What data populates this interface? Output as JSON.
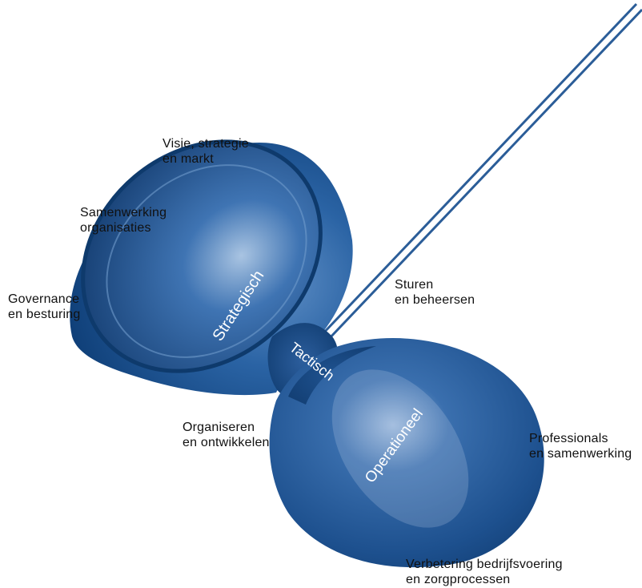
{
  "colors": {
    "diabolo_dark": "#0f3f78",
    "diabolo_mid": "#2a63a4",
    "diabolo_light": "#7fa7d2",
    "string": "#2b5d98",
    "label_text": "#111111",
    "cup_text": "#ffffff"
  },
  "labels": {
    "visie": {
      "line1": "Visie, strategie",
      "line2": "en markt"
    },
    "samenwerking": {
      "line1": "Samenwerking",
      "line2": "organisaties"
    },
    "governance": {
      "line1": "Governance",
      "line2": "en besturing"
    },
    "sturen": {
      "line1": "Sturen",
      "line2": "en beheersen"
    },
    "organiseren": {
      "line1": "Organiseren",
      "line2": "en ontwikkelen"
    },
    "professionals": {
      "line1": "Professionals",
      "line2": "en samenwerking"
    },
    "verbetering": {
      "line1": "Verbetering bedrijfsvoering",
      "line2": "en zorgprocessen"
    }
  },
  "cups": {
    "strategisch": "Strategisch",
    "tactisch": "Tactisch",
    "operationeel": "Operationeel"
  }
}
